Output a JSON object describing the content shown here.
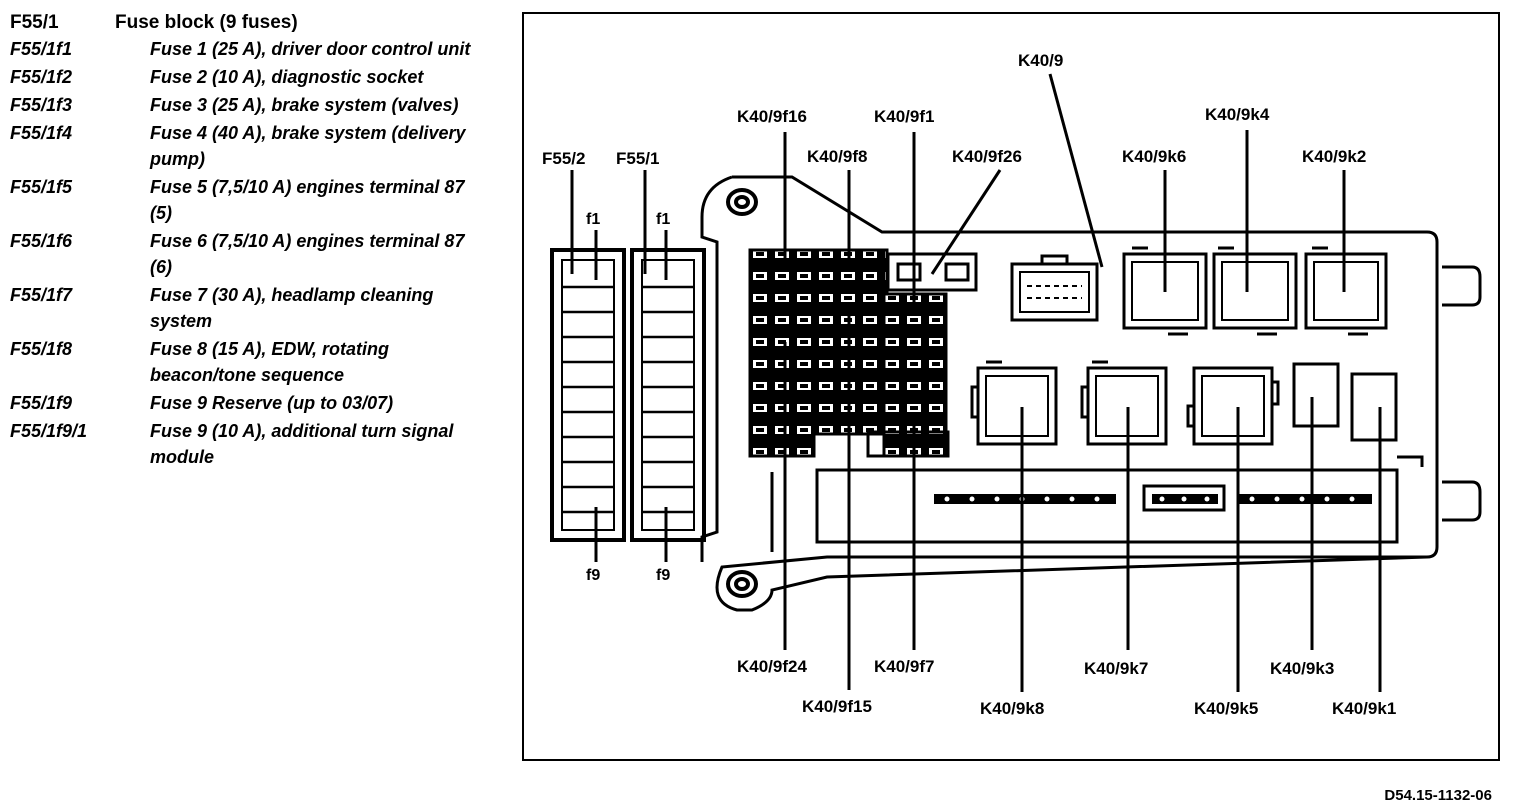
{
  "legend": {
    "header": {
      "code": "F55/1",
      "desc": "Fuse block (9 fuses)"
    },
    "rows": [
      {
        "code": "F55/1f1",
        "desc": "Fuse 1 (25 A), driver door control unit"
      },
      {
        "code": "F55/1f2",
        "desc": "Fuse 2 (10 A), diagnostic socket"
      },
      {
        "code": "F55/1f3",
        "desc": "Fuse 3 (25 A), brake system (valves)"
      },
      {
        "code": "F55/1f4",
        "desc": "Fuse 4 (40 A), brake system (delivery pump)"
      },
      {
        "code": "F55/1f5",
        "desc": "Fuse 5 (7,5/10 A) engines terminal 87 (5)"
      },
      {
        "code": "F55/1f6",
        "desc": "Fuse 6 (7,5/10 A) engines terminal 87 (6)"
      },
      {
        "code": "F55/1f7",
        "desc": "Fuse 7 (30 A), headlamp cleaning system"
      },
      {
        "code": "F55/1f8",
        "desc": "Fuse 8 (15 A), EDW, rotating beacon/tone sequence"
      },
      {
        "code": "F55/1f9",
        "desc": "Fuse 9 Reserve (up to 03/07)"
      },
      {
        "code": "F55/1f9/1",
        "desc": "Fuse 9 (10 A), additional turn signal module"
      }
    ]
  },
  "diagram": {
    "labels": {
      "f55_2": "F55/2",
      "f55_1": "F55/1",
      "f1_left": "f1",
      "f1_right": "f1",
      "f9_left": "f9",
      "f9_right": "f9",
      "k40_9": "K40/9",
      "k40_9f16": "K40/9f16",
      "k40_9f1": "K40/9f1",
      "k40_9f8": "K40/9f8",
      "k40_9f26": "K40/9f26",
      "k40_9k4": "K40/9k4",
      "k40_9k6": "K40/9k6",
      "k40_9k2": "K40/9k2",
      "k40_9f24": "K40/9f24",
      "k40_9f7": "K40/9f7",
      "k40_9f15": "K40/9f15",
      "k40_9k8": "K40/9k8",
      "k40_9k7": "K40/9k7",
      "k40_9k3": "K40/9k3",
      "k40_9k5": "K40/9k5",
      "k40_9k1": "K40/9k1"
    }
  },
  "reference_code": "D54.15-1132-06"
}
